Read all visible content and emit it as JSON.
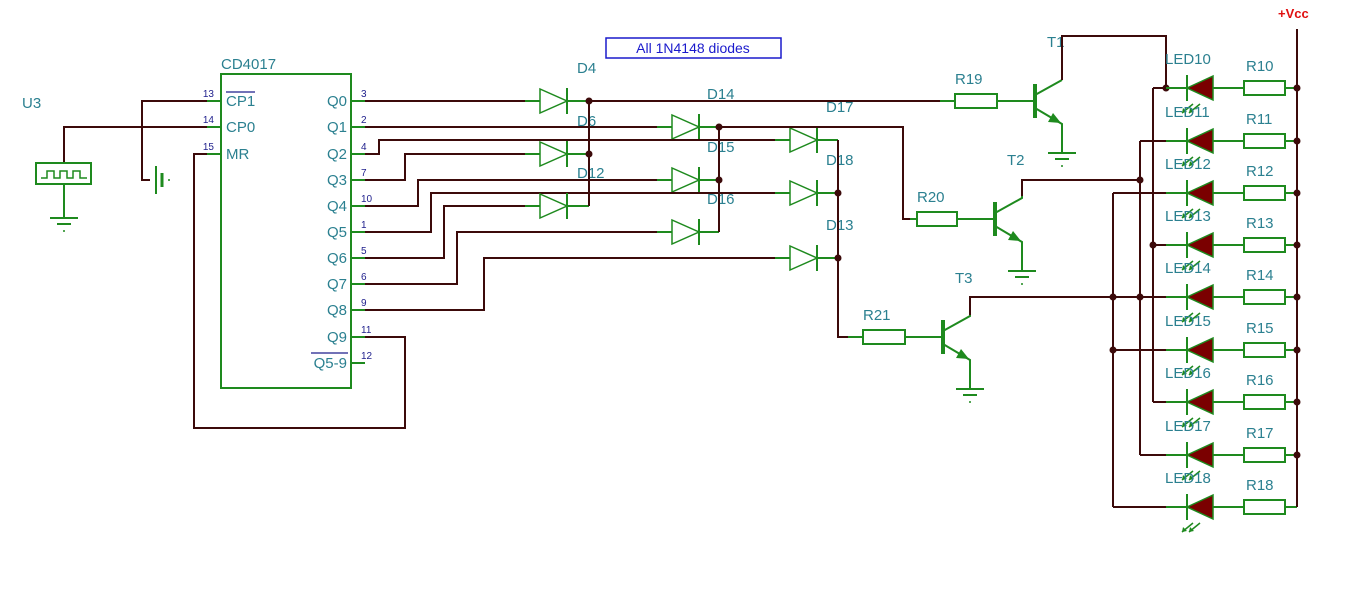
{
  "note": "All 1N4148 diodes",
  "supply_label": "+Vcc",
  "clock_source": "U3",
  "ic": {
    "name": "CD4017",
    "left_pins": [
      {
        "label": "CP1",
        "num": "13",
        "overline": true
      },
      {
        "label": "CP0",
        "num": "14",
        "overline": false
      },
      {
        "label": "MR",
        "num": "15",
        "overline": false
      }
    ],
    "right_pins": [
      {
        "label": "Q0",
        "num": "3",
        "overline": false
      },
      {
        "label": "Q1",
        "num": "2",
        "overline": false
      },
      {
        "label": "Q2",
        "num": "4",
        "overline": false
      },
      {
        "label": "Q3",
        "num": "7",
        "overline": false
      },
      {
        "label": "Q4",
        "num": "10",
        "overline": false
      },
      {
        "label": "Q5",
        "num": "1",
        "overline": false
      },
      {
        "label": "Q6",
        "num": "5",
        "overline": false
      },
      {
        "label": "Q7",
        "num": "6",
        "overline": false
      },
      {
        "label": "Q8",
        "num": "9",
        "overline": false
      },
      {
        "label": "Q9",
        "num": "11",
        "overline": false
      },
      {
        "label": "Q5-9",
        "num": "12",
        "overline": true
      }
    ]
  },
  "diodes": [
    "D4",
    "D14",
    "D17",
    "D6",
    "D15",
    "D18",
    "D12",
    "D16",
    "D13"
  ],
  "transistors": [
    "T1",
    "T2",
    "T3"
  ],
  "base_resistors": [
    "R19",
    "R20",
    "R21"
  ],
  "leds": [
    "LED10",
    "LED11",
    "LED12",
    "LED13",
    "LED14",
    "LED15",
    "LED16",
    "LED17",
    "LED18"
  ],
  "led_resistors": [
    "R10",
    "R11",
    "R12",
    "R13",
    "R14",
    "R15",
    "R16",
    "R17",
    "R18"
  ],
  "colors": {
    "wire": "#3c0a0a",
    "component": "#1e8a1e",
    "label": "#2b8090",
    "pin_number": "#1e1e8c",
    "note": "#1a1acc",
    "supply": "#e01010",
    "led_fill": "#7a0000"
  }
}
